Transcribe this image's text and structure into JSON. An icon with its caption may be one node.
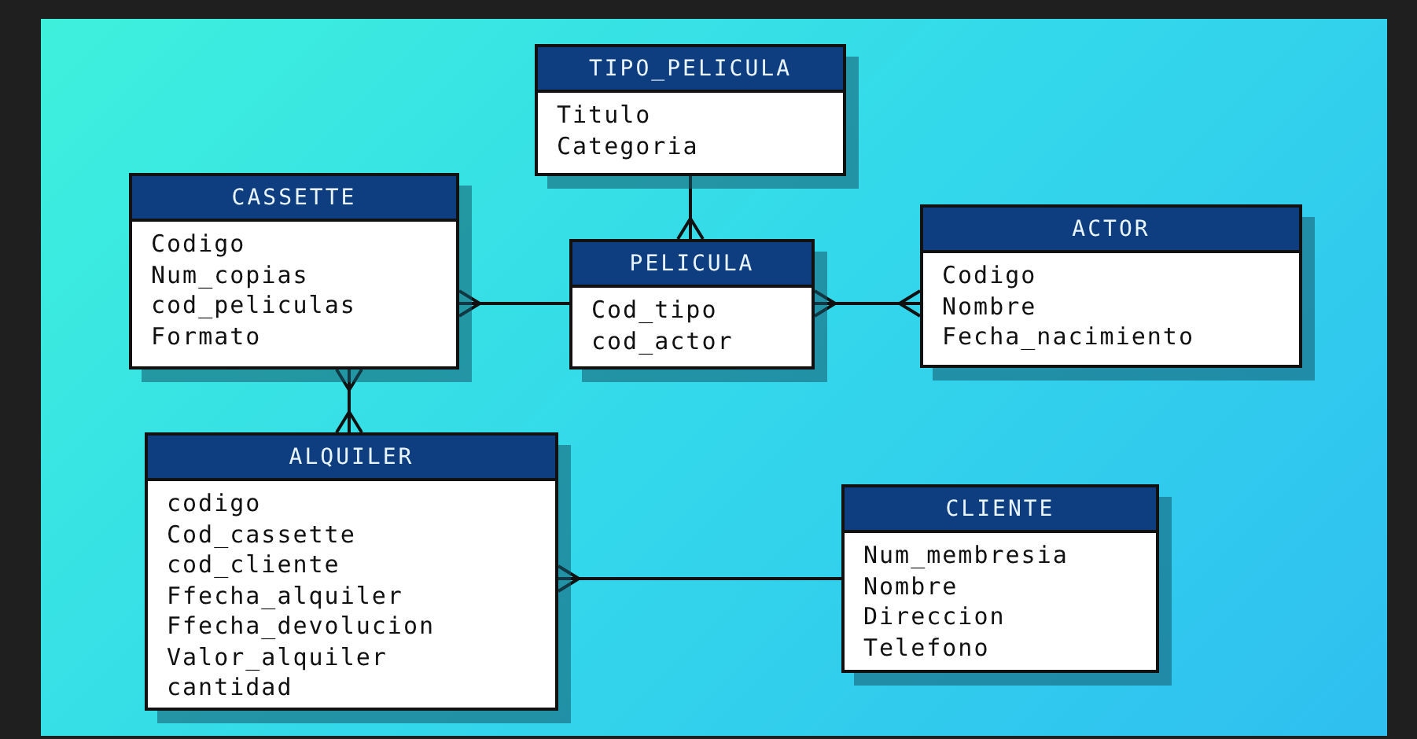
{
  "diagram": {
    "nodes": [
      {
        "text": [
          "TIPO_PELICULA",
          "Titulo",
          "Categoria"
        ]
      },
      {
        "text": [
          "CASSETTE",
          "Codigo",
          "Num_copias",
          "cod_peliculas",
          "Formato"
        ]
      },
      {
        "text": [
          "PELICULA",
          "Cod_tipo",
          "cod_actor"
        ]
      },
      {
        "text": [
          "ACTOR",
          "Codigo",
          "Nombre",
          "Fecha_nacimiento"
        ]
      },
      {
        "text": [
          "ALQUILER",
          "codigo",
          "Cod_cassette",
          "cod_cliente",
          "Ffecha_alquiler",
          "Ffecha_devolucion",
          "Valor_alquiler",
          "cantidad"
        ]
      },
      {
        "text": [
          "CLIENTE",
          "Num_membresia",
          "Nombre",
          "Direccion",
          "Telefono"
        ]
      }
    ],
    "edges": [
      {
        "from": 0,
        "to": 2,
        "arrow": "other"
      },
      {
        "from": 1,
        "to": 2,
        "arrow": "other"
      },
      {
        "from": 2,
        "to": 3,
        "arrow": "other"
      },
      {
        "from": 1,
        "to": 4,
        "arrow": "other"
      },
      {
        "from": 4,
        "to": 5,
        "arrow": "other"
      }
    ]
  }
}
